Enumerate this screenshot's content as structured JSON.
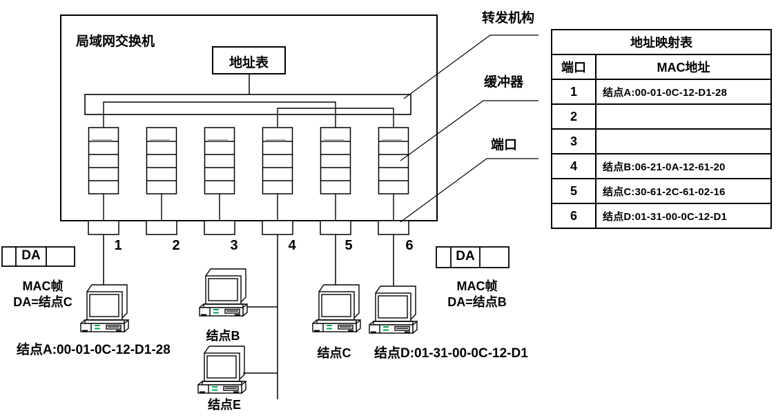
{
  "switch": {
    "title": "局域网交换机",
    "address_table_label": "地址表",
    "ports": [
      "1",
      "2",
      "3",
      "4",
      "5",
      "6"
    ]
  },
  "annotations": {
    "forwarding": "转发机构",
    "buffer": "缓冲器",
    "port": "端口"
  },
  "mapping_table": {
    "title": "地址映射表",
    "columns": {
      "port": "端口",
      "mac": "MAC地址"
    },
    "rows": [
      {
        "port": "1",
        "mac": "结点A:00-01-0C-12-D1-28"
      },
      {
        "port": "2",
        "mac": ""
      },
      {
        "port": "3",
        "mac": ""
      },
      {
        "port": "4",
        "mac": "结点B:06-21-0A-12-61-20"
      },
      {
        "port": "5",
        "mac": "结点C:30-61-2C-61-02-16"
      },
      {
        "port": "6",
        "mac": "结点D:01-31-00-0C-12-D1"
      }
    ]
  },
  "frames": {
    "left": {
      "da": "DA",
      "line1": "MAC帧",
      "line2": "DA=结点C"
    },
    "right": {
      "da": "DA",
      "line1": "MAC帧",
      "line2": "DA=结点B"
    }
  },
  "nodes": {
    "a": "结点A:00-01-0C-12-D1-28",
    "b": "结点B",
    "c": "结点C",
    "d": "结点D:01-31-00-0C-12-D1",
    "e": "结点E"
  },
  "colors": {
    "line": "#000000",
    "led": "#00a651",
    "background": "#ffffff"
  }
}
